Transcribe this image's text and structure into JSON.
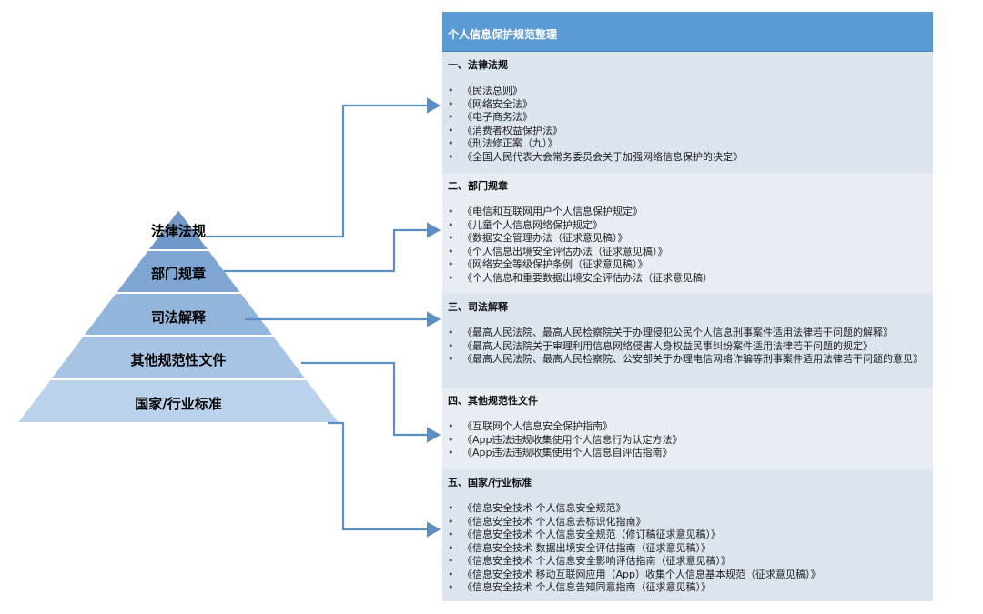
{
  "pyramid": {
    "levels": [
      "法律法规",
      "部门规章",
      "司法解释",
      "其他规范性文件",
      "国家/行业标准"
    ],
    "colors": [
      "#6f98c8",
      "#7fa6d2",
      "#93b5dc",
      "#a8c4e5",
      "#bbd2ec"
    ]
  },
  "connector_color": "#5b8fc4",
  "panel": {
    "title": "个人信息保护规范整理",
    "sections": [
      {
        "title": "一、法律法规",
        "items": [
          "《民法总则》",
          "《网络安全法》",
          "《电子商务法》",
          "《消费者权益保护法》",
          "《刑法修正案（九）》",
          "《全国人民代表大会常务委员会关于加强网络信息保护的决定》"
        ]
      },
      {
        "title": "二、部门规章",
        "items": [
          "《电信和互联网用户个人信息保护规定》",
          "《儿童个人信息网络保护规定》",
          "《数据安全管理办法（征求意见稿）》",
          "《个人信息出境安全评估办法（征求意见稿）》",
          "《网络安全等级保护条例（征求意见稿）》",
          "《个人信息和重要数据出境安全评估办法（征求意见稿）"
        ]
      },
      {
        "title": "三、司法解释",
        "items": [
          "《最高人民法院、最高人民检察院关于办理侵犯公民个人信息刑事案件适用法律若干问题的解释》",
          "《最高人民法院关于审理利用信息网络侵害人身权益民事纠纷案件适用法律若干问题的规定》",
          "《最高人民法院、最高人民检察院、公安部关于办理电信网络诈骗等刑事案件适用法律若干问题的意见》"
        ]
      },
      {
        "title": "四、其他规范性文件",
        "items": [
          "《互联网个人信息安全保护指南》",
          "《App违法违规收集使用个人信息行为认定方法》",
          "《App违法违规收集使用个人信息自评估指南》"
        ]
      },
      {
        "title": "五、国家/行业标准",
        "items": [
          "《信息安全技术 个人信息安全规范》",
          "《信息安全技术 个人信息去标识化指南》",
          "《信息安全技术 个人信息安全规范（修订稿征求意见稿）》",
          "《信息安全技术 数据出境安全评估指南（征求意见稿）》",
          "《信息安全技术 个人信息安全影响评估指南（征求意见稿）》",
          "《信息安全技术 移动互联网应用（App）收集个人信息基本规范（征求意见稿）》",
          "《信息安全技术 个人信息告知同意指南（征求意见稿）》"
        ]
      }
    ]
  }
}
